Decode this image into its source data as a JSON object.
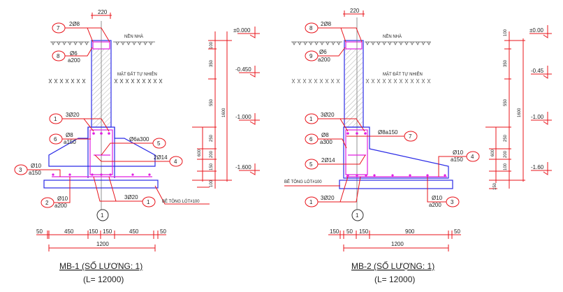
{
  "colors": {
    "dimension": "#e8141b",
    "outline": "#2a2ae6",
    "rebar": "#e01ee0",
    "hatch": "#888888"
  },
  "labels": {
    "floor": "NỀN NHÀ",
    "natural_ground": "MẶT ĐẤT TỰ NHIÊN",
    "lean_concrete": "BÊ TÔNG LÓT#100"
  },
  "mb1": {
    "title": "MB-1  (SỐ LƯƠNG: 1)",
    "length": "(L= 12000)",
    "top_width": "220",
    "rebars": [
      {
        "no": "7",
        "spec": "2Ø8",
        "spec2": ""
      },
      {
        "no": "8",
        "spec": "Ø6",
        "spec2": "a200"
      },
      {
        "no": "1",
        "spec": "3Ø20",
        "spec2": ""
      },
      {
        "no": "6",
        "spec": "Ø8",
        "spec2": "a150"
      },
      {
        "no": "5",
        "spec": "Ø6a300",
        "spec2": ""
      },
      {
        "no": "4",
        "spec": "2Ø14",
        "spec2": ""
      },
      {
        "no": "3",
        "spec": "Ø10",
        "spec2": "a150"
      },
      {
        "no": "2",
        "spec": "Ø10",
        "spec2": "a200"
      },
      {
        "no": "1",
        "spec": "3Ø20",
        "spec2": ""
      }
    ],
    "axis": "1",
    "bottom_dims": [
      "50",
      "450",
      "150",
      "150",
      "450",
      "50"
    ],
    "total_width": "1200",
    "vertical_dims": [
      "100",
      "350",
      "550",
      "250",
      "200",
      "150",
      "100"
    ],
    "vertical_sub": "600",
    "vertical_total": "1600",
    "elevations": [
      "±0.000",
      "-0.450",
      "-1.000",
      "-1.600"
    ]
  },
  "mb2": {
    "title": "MB-2  (SỐ LƯỢNG: 1)",
    "length": "(L= 12000)",
    "top_width": "220",
    "rebars": [
      {
        "no": "8",
        "spec": "2Ø8",
        "spec2": ""
      },
      {
        "no": "9",
        "spec": "Ø6",
        "spec2": "a200"
      },
      {
        "no": "1",
        "spec": "3Ø20",
        "spec2": ""
      },
      {
        "no": "6",
        "spec": "Ø8",
        "spec2": "a300"
      },
      {
        "no": "7",
        "spec": "Ø8a150",
        "spec2": ""
      },
      {
        "no": "5",
        "spec": "2Ø14",
        "spec2": ""
      },
      {
        "no": "4",
        "spec": "Ø10",
        "spec2": "a150"
      },
      {
        "no": "1",
        "spec": "3Ø20",
        "spec2": ""
      },
      {
        "no": "3",
        "spec": "Ø10",
        "spec2": "a200"
      }
    ],
    "axis": "1",
    "bottom_dims": [
      "150",
      "50",
      "150",
      "900",
      "50"
    ],
    "total_width": "1200",
    "vertical_dims": [
      "100",
      "350",
      "550",
      "250",
      "200",
      "100",
      "150"
    ],
    "vertical_sub": "600",
    "vertical_total": "1600",
    "elevations": [
      "±0.00",
      "-0.45",
      "-1.00",
      "-1.60"
    ]
  }
}
